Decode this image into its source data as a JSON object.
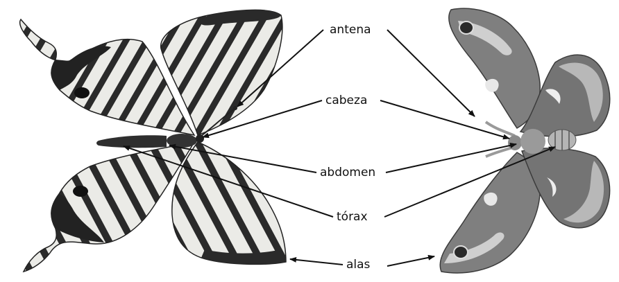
{
  "labels": {
    "antena": "antena",
    "cabeza": "cabeza",
    "abdomen": "abdomen",
    "torax": "tórax",
    "alas": "alas"
  },
  "illustrations": {
    "left": "swallowtail-butterfly-illustration",
    "right": "moth-illustration"
  },
  "colors": {
    "ink": "#111111",
    "left_wing_fill": "#e9e9e6",
    "left_wing_stripe": "#2b2b2b",
    "right_wing_fill": "#7c7c7c",
    "right_wing_dark": "#474747",
    "right_wing_light": "#d6d6d6"
  }
}
